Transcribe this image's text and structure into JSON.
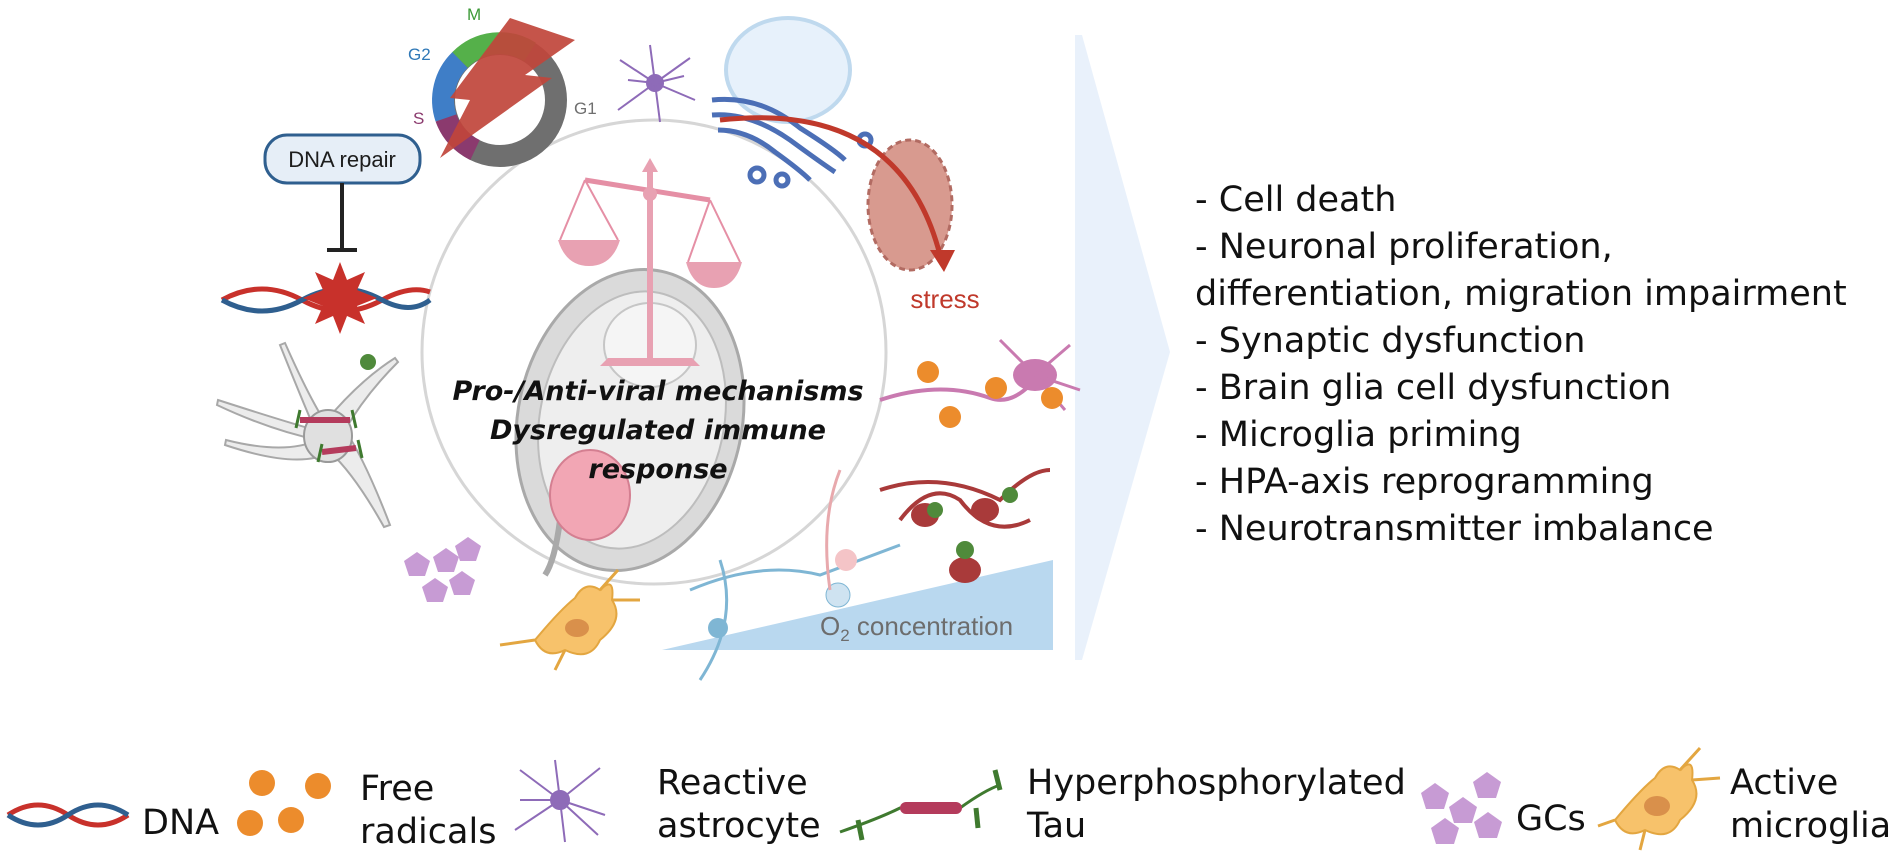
{
  "cycle": {
    "m": "M",
    "g2": "G2",
    "s": "S",
    "g1": "G1"
  },
  "dna_repair_label": "DNA repair",
  "stress_label": "stress",
  "o2_label": "O",
  "o2_sub": "2",
  "o2_rest": " concentration",
  "center": {
    "line1": "Pro-/Anti-viral mechanisms",
    "line2": "Dysregulated immune",
    "line3": "response"
  },
  "outcomes": [
    "- Cell death",
    "- Neuronal proliferation,",
    "differentiation, migration impairment",
    "- Synaptic dysfunction",
    "- Brain glia cell dysfunction",
    "- Microglia priming",
    "- HPA-axis reprogramming",
    "- Neurotransmitter imbalance"
  ],
  "legend": {
    "dna": "DNA",
    "free_radicals_1": "Free",
    "free_radicals_2": "radicals",
    "astrocyte_1": "Reactive",
    "astrocyte_2": "astrocyte",
    "tau_1": "Hyperphosphorylated",
    "tau_2": "Tau",
    "gcs": "GCs",
    "microglia_1": "Active",
    "microglia_2": "microglia"
  },
  "colors": {
    "outline_circle": "#d6d6d6",
    "arrow_panel": "#e9f1fb",
    "dna_red": "#c8312b",
    "dna_blue": "#2f5f8f",
    "free_radical_orange": "#ec8c2c",
    "astrocyte_purple": "#8e6bb8",
    "gc_purple": "#c79bd4",
    "microglia_orange": "#f7c26b",
    "stress_red": "#c0392b",
    "tau_green": "#3f7a2f",
    "tau_pink": "#b43b5c",
    "pink_balance": "#e58fa5",
    "o2_blue": "#b9d8ef"
  }
}
